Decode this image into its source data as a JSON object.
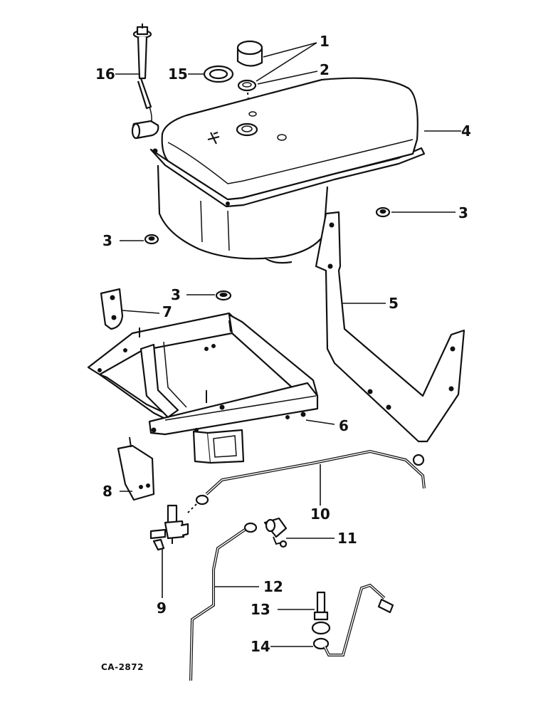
{
  "drawing_code": "CA-2872",
  "callouts": [
    "1",
    "2",
    "3",
    "4",
    "5",
    "6",
    "7",
    "8",
    "9",
    "10",
    "11",
    "12",
    "13",
    "14",
    "15",
    "16"
  ]
}
